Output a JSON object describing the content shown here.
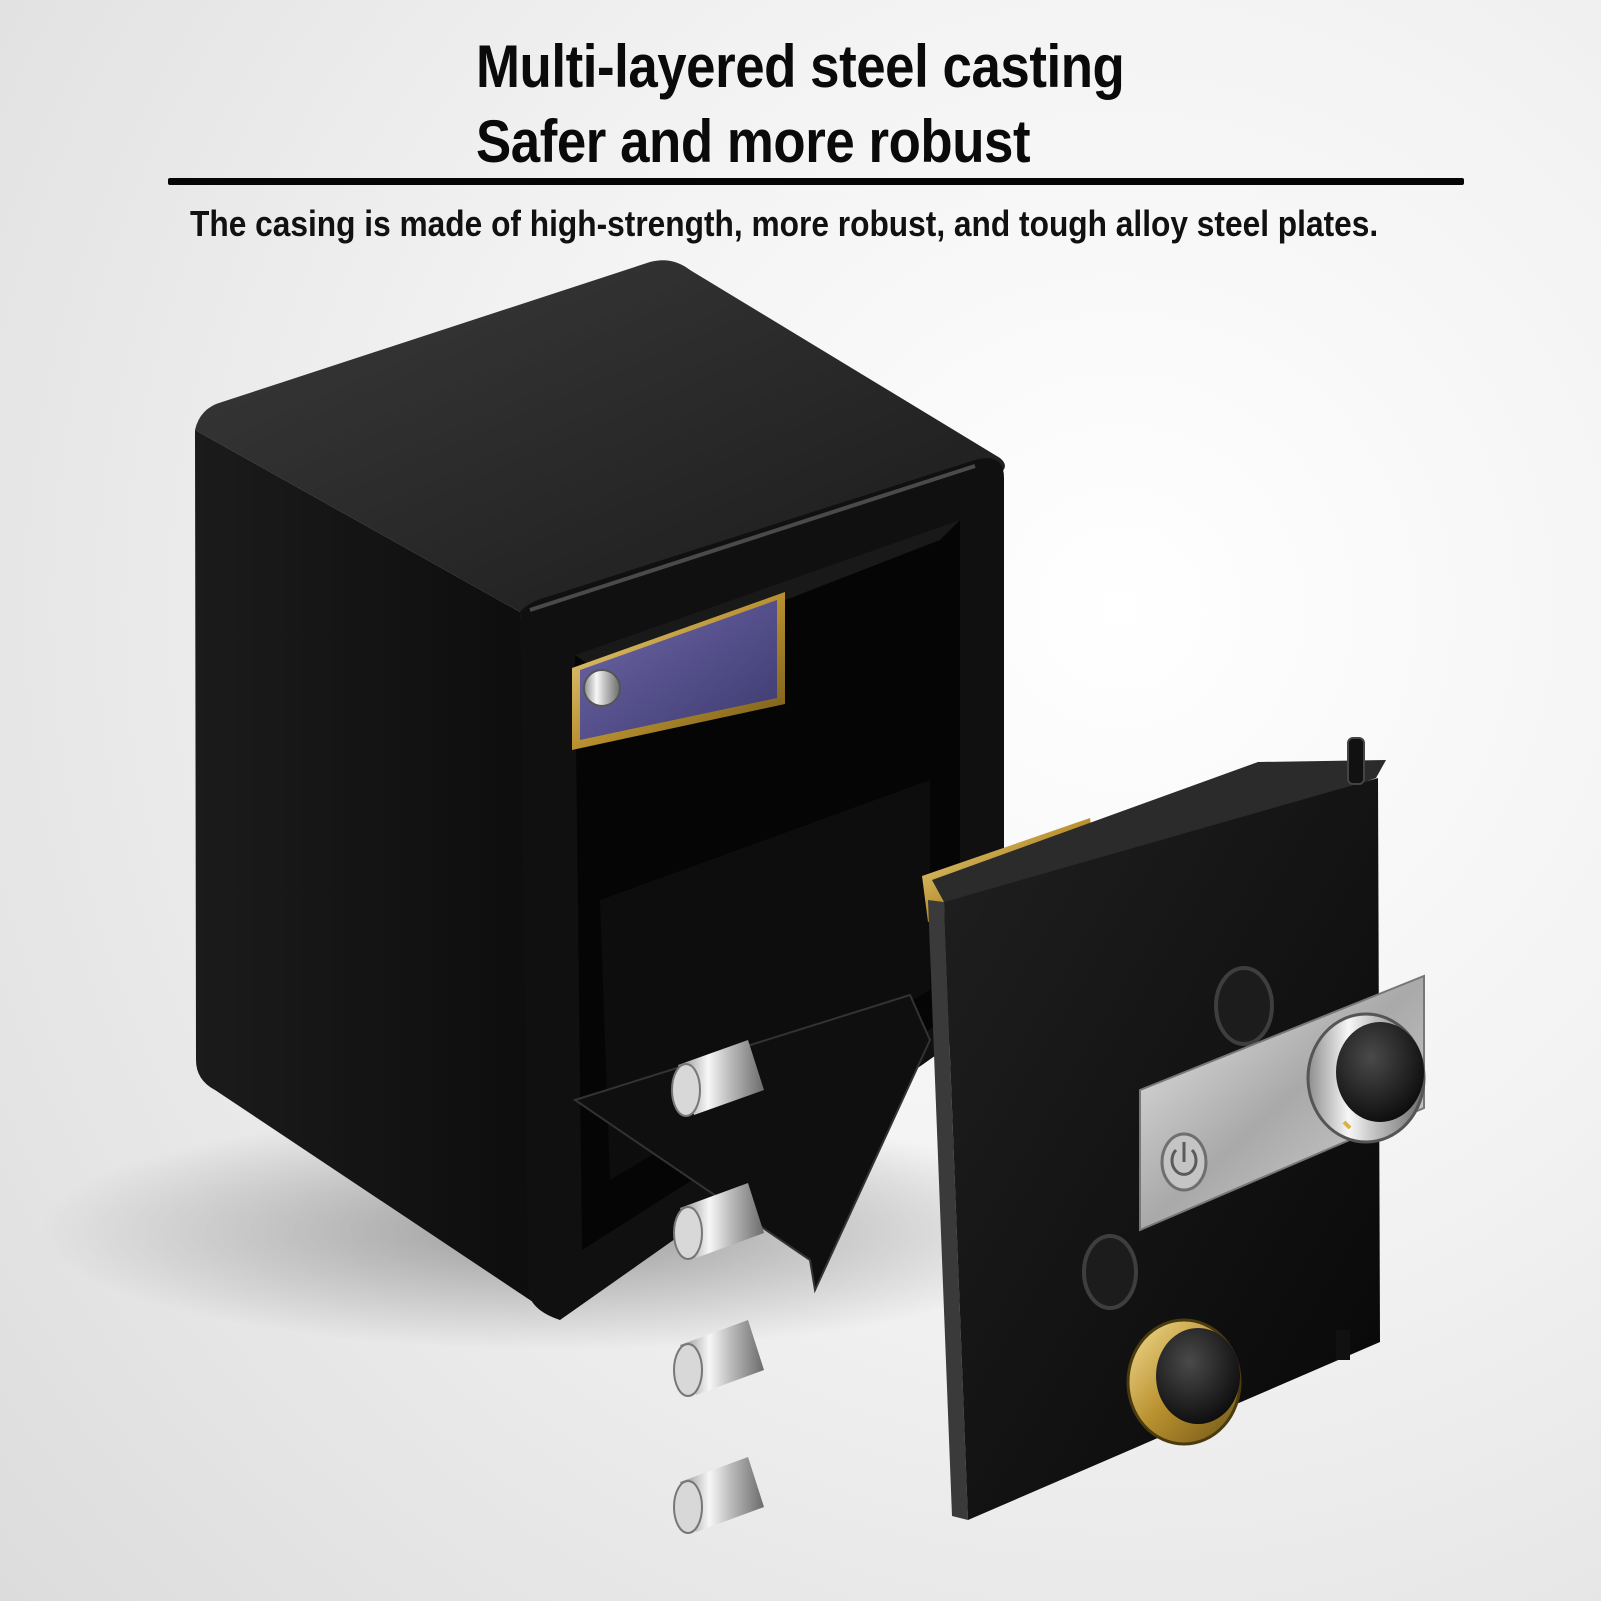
{
  "heading": {
    "line1": "Multi-layered steel casting",
    "line2": "Safer and more robust"
  },
  "description": "The casing is made of high-strength, more robust, and tough alloy steel plates.",
  "colors": {
    "background": "#efefef",
    "safe_body": "#141414",
    "brass_accent": "#c9a24a",
    "steel": "#c8c8c8"
  },
  "icons": [
    "power-icon"
  ]
}
